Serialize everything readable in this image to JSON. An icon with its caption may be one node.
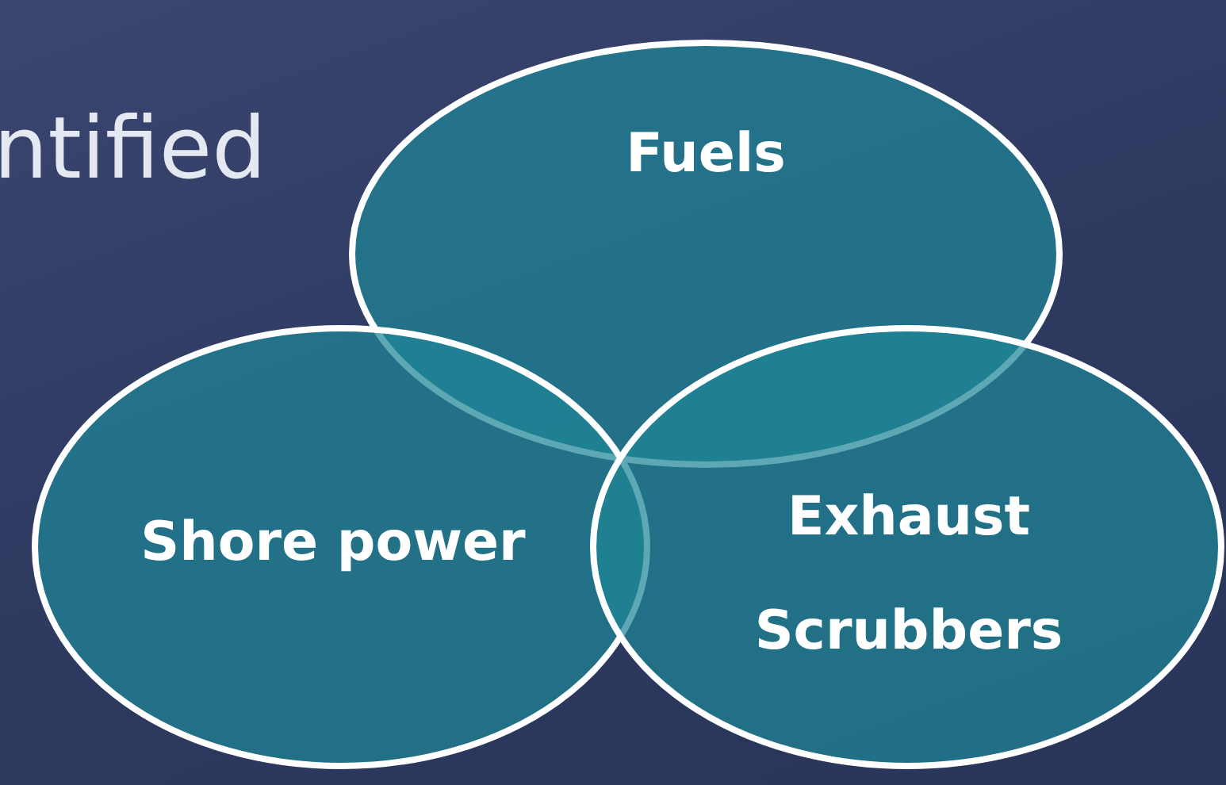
{
  "diagram": {
    "title": "ntified",
    "nodes": [
      {
        "text": [
          "Fuels"
        ]
      },
      {
        "text": [
          "Shore power"
        ]
      },
      {
        "text": [
          "Exhaust Scrubbers"
        ]
      }
    ]
  }
}
